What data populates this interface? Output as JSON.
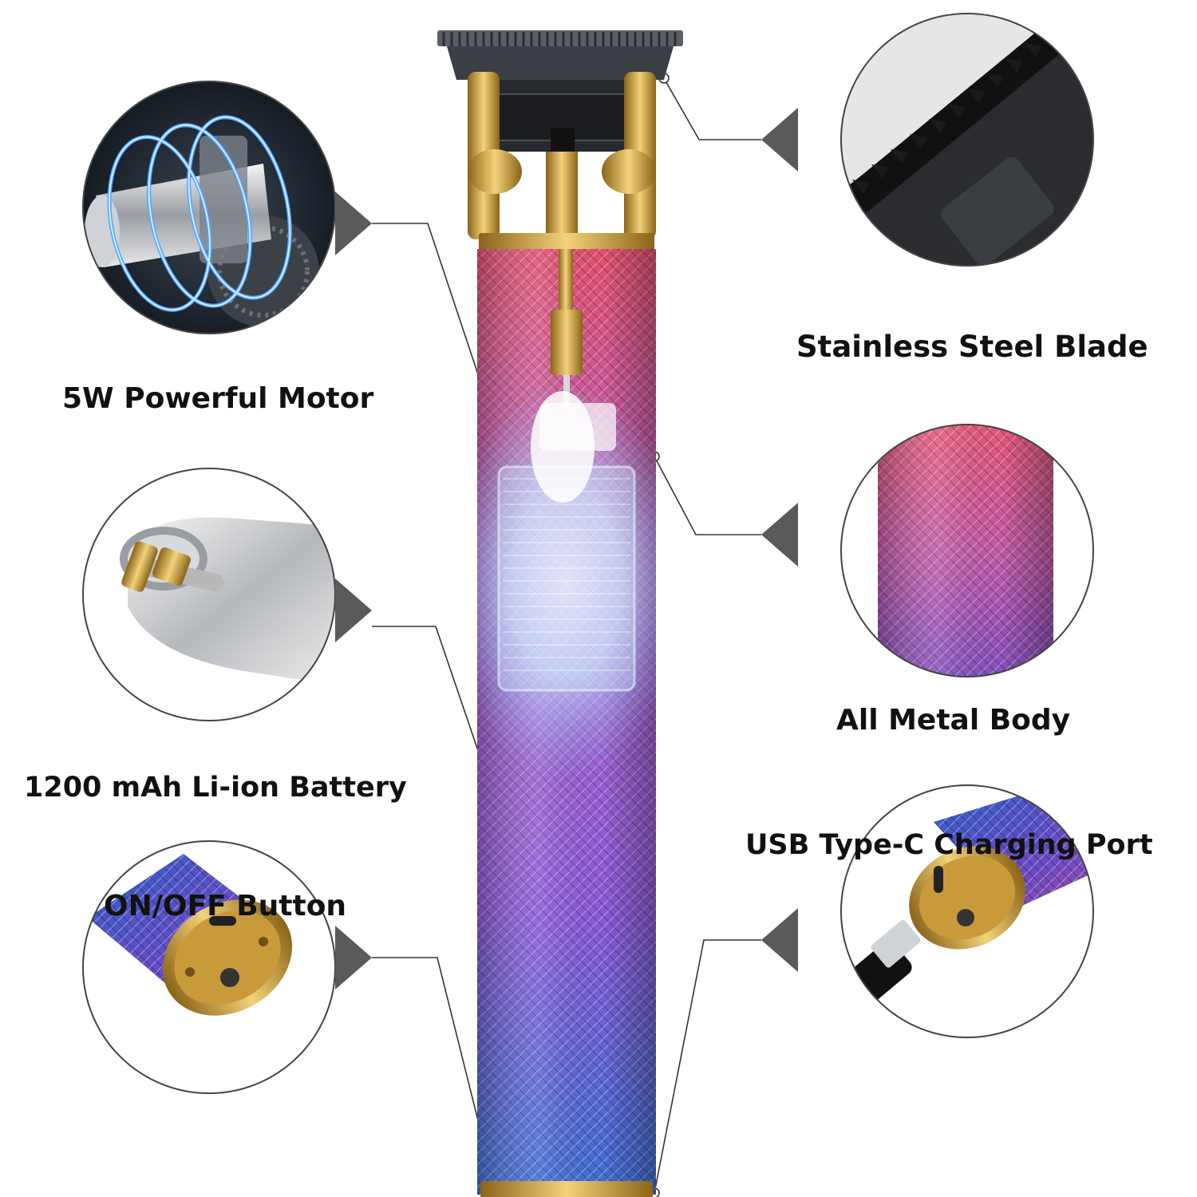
{
  "features": {
    "motor": "5W Powerful Motor",
    "battery": "1200 mAh Li-ion Battery",
    "button": "ON/OFF Button",
    "blade": "Stainless Steel Blade",
    "body": "All Metal Body",
    "port": "USB Type-C Charging Port"
  },
  "colors": {
    "callout_line": "#333333",
    "circle_border": "#444444",
    "body_top": "#e0506e",
    "body_mid": "#9a6ad8",
    "body_bottom": "#3a6fd0",
    "gold": "#c9a13a",
    "glow": "#bfe6ff"
  }
}
